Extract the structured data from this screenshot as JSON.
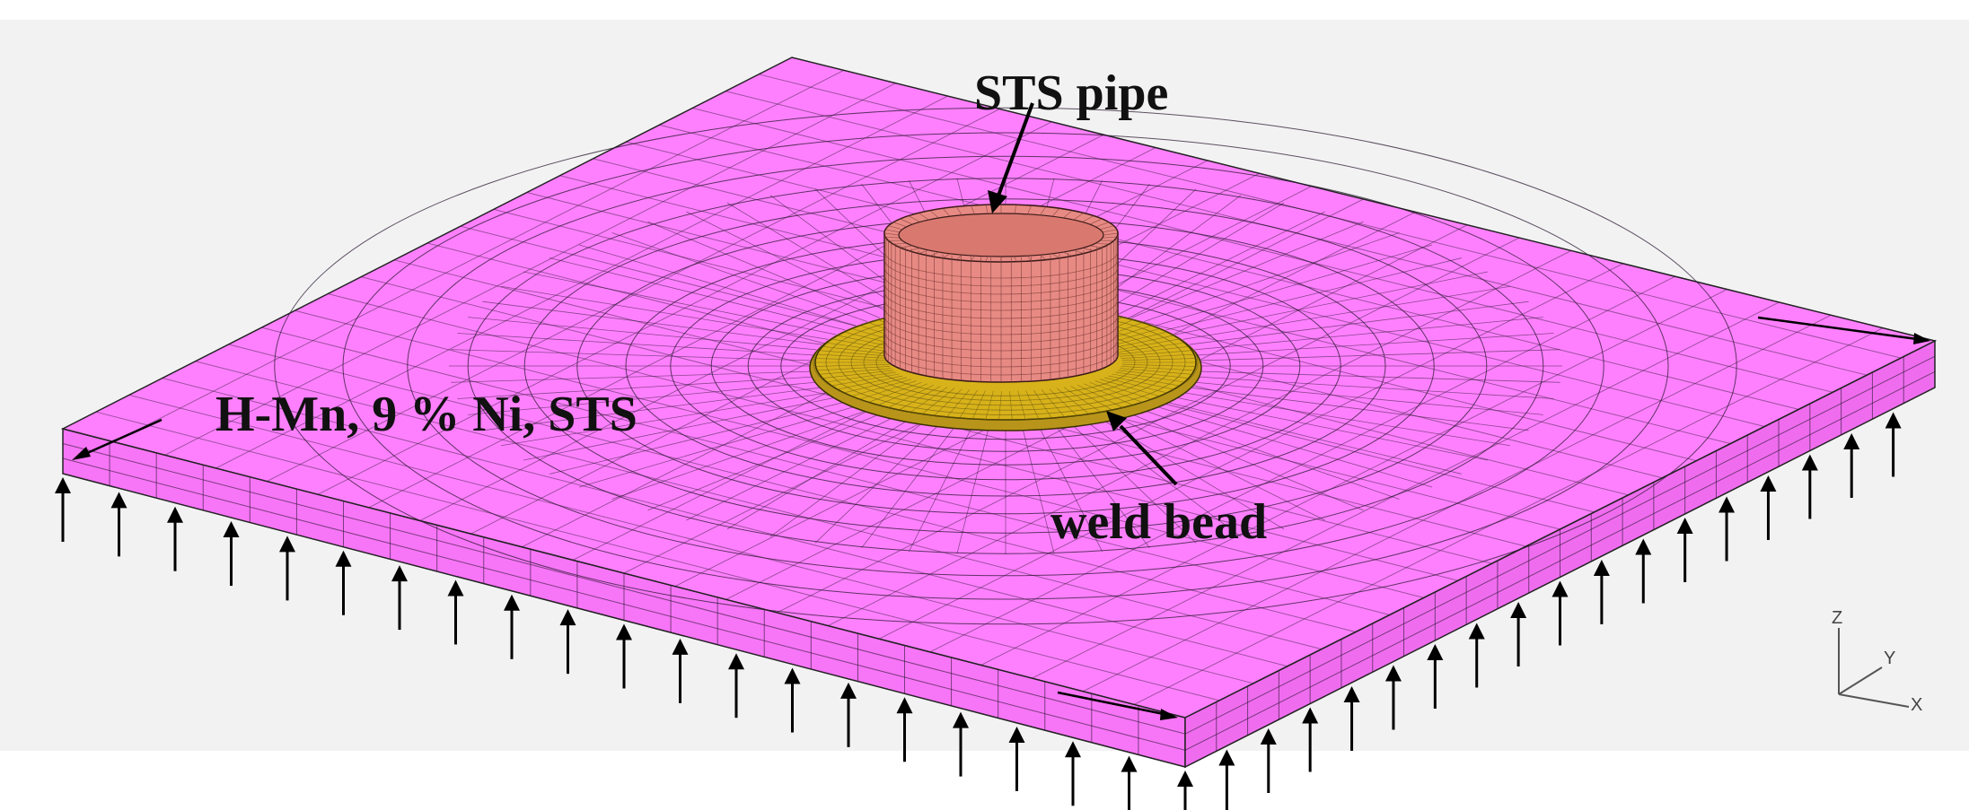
{
  "figure": {
    "labels": {
      "pipe": "STS pipe",
      "plate": "H-Mn, 9 % Ni, STS",
      "weld": "weld bead"
    },
    "triad": {
      "z": "Z",
      "y": "Y",
      "x": "X"
    }
  },
  "colors": {
    "background": "#f2f2f2",
    "plate_top": "#ff80ff",
    "plate_front": "#f775f7",
    "plate_side": "#ef6cef",
    "mesh_line": "#2a1830",
    "pipe_fill": "#e88a84",
    "pipe_inner": "#d8786f",
    "pipe_grid": "#7a3b36",
    "weld_fill": "#d8b21a",
    "weld_grid": "#6b5a10",
    "arrow": "#000000"
  }
}
